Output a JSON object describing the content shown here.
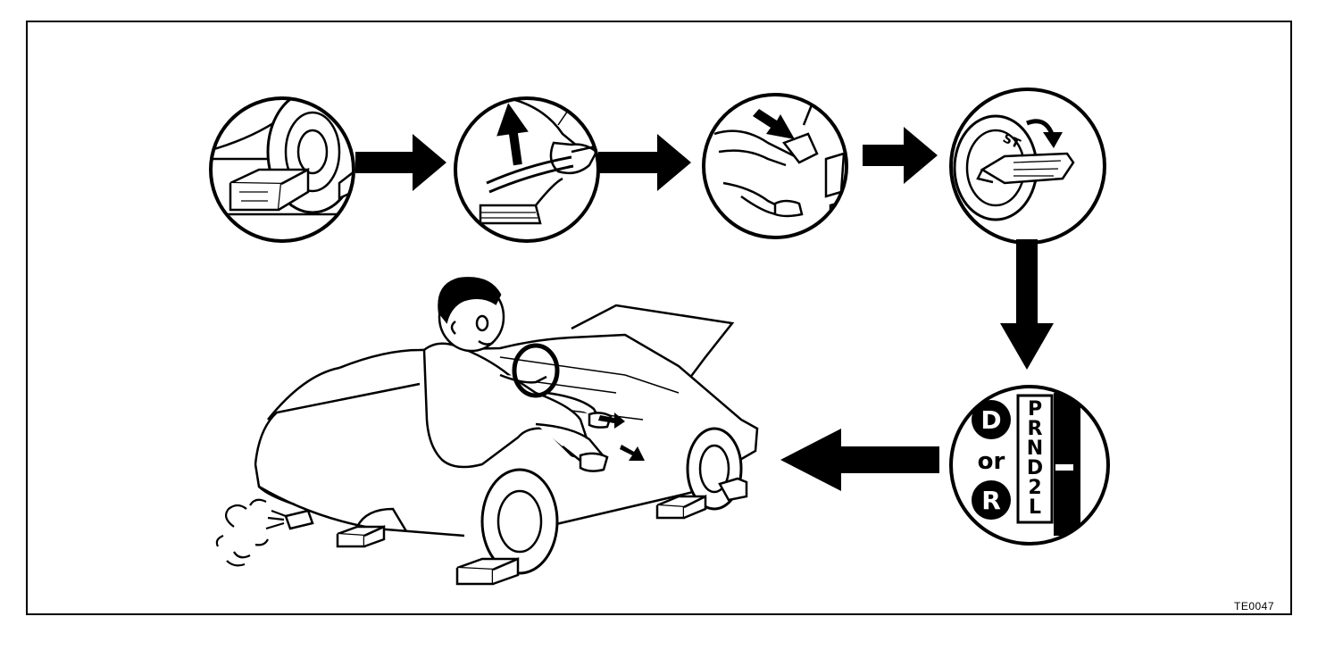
{
  "figure": {
    "code": "TE0047"
  },
  "steps": [
    {
      "id": "chock-wheels",
      "icon": "wheel-chock-icon"
    },
    {
      "id": "parking-brake",
      "icon": "parking-brake-lever-icon"
    },
    {
      "id": "brake-pedal",
      "icon": "brake-pedal-icon"
    },
    {
      "id": "ignition-start",
      "icon": "ignition-key-icon",
      "key_text": "ST"
    },
    {
      "id": "shift-lever",
      "icon": "shift-gate-icon"
    }
  ],
  "shift_panel": {
    "option_d": "D",
    "or_text": "or",
    "option_r": "R",
    "gear_positions": [
      "P",
      "R",
      "N",
      "D",
      "2",
      "L"
    ]
  },
  "colors": {
    "ink": "#000000",
    "paper": "#ffffff"
  }
}
